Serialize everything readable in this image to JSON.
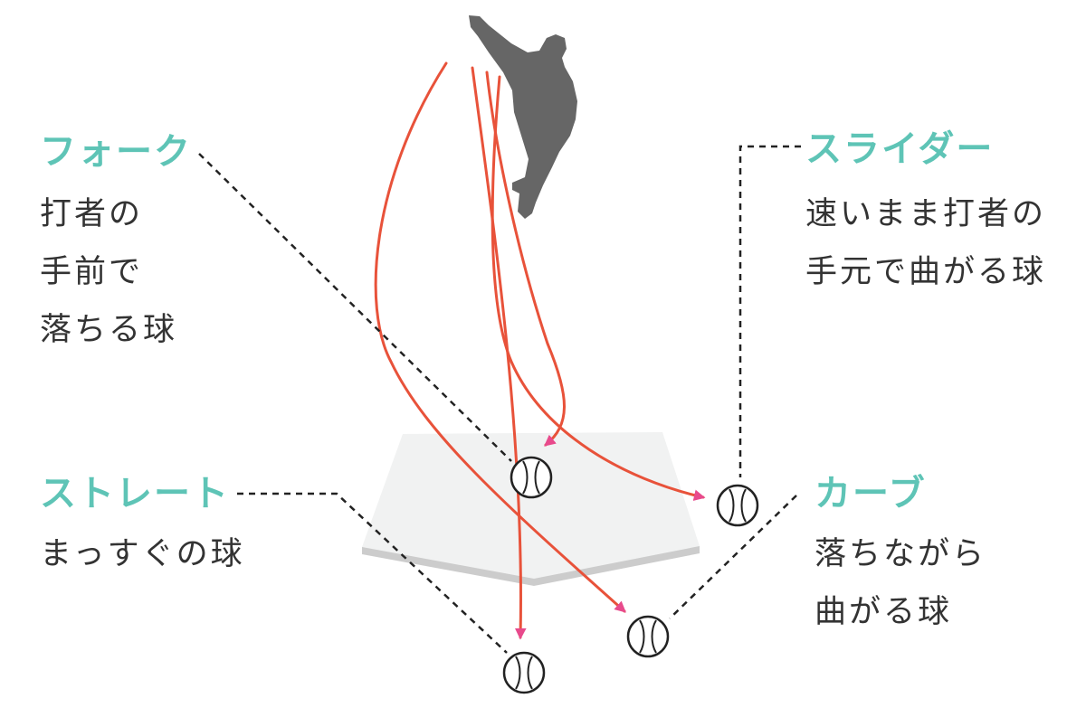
{
  "colors": {
    "title": "#5ec4b6",
    "text": "#333333",
    "trajectory": "#e8523a",
    "arrowhead": "#e84a8c",
    "pitcher": "#666666",
    "plate_top": "#f1f2f2",
    "plate_edge": "#cccccc",
    "ball_outline": "#222222",
    "leader": "#222222"
  },
  "icons": {
    "pitcher": "pitcher-silhouette-icon",
    "ball": "baseball-icon"
  },
  "pitches": {
    "fork": {
      "title": "フォーク",
      "lines": [
        "打者の",
        "手前で",
        "落ちる球"
      ]
    },
    "slider": {
      "title": "スライダー",
      "lines": [
        "速いまま打者の",
        "手元で曲がる球"
      ]
    },
    "straight": {
      "title": "ストレート",
      "lines": [
        "まっすぐの球"
      ]
    },
    "curve": {
      "title": "カーブ",
      "lines": [
        "落ちながら",
        "曲がる球"
      ]
    }
  }
}
